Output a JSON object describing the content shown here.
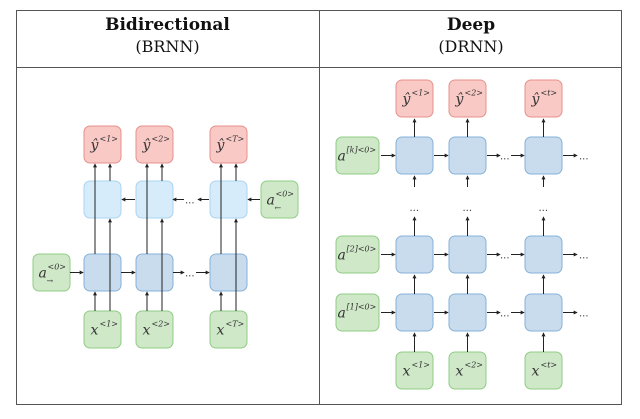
{
  "left_panel": {
    "title": "Bidirectional",
    "subtitle": "(BRNN)",
    "outputs": [
      {
        "base": "ŷ",
        "sup": "<1>"
      },
      {
        "base": "ŷ",
        "sup": "<2>"
      },
      {
        "base": "ŷ",
        "sup": "<T>"
      }
    ],
    "inputs": [
      {
        "base": "x",
        "sup": "<1>"
      },
      {
        "base": "x",
        "sup": "<2>"
      },
      {
        "base": "x",
        "sup": "<T>"
      }
    ],
    "forward_init": {
      "base": "a",
      "sup": "<0>",
      "sub": "→"
    },
    "backward_init": {
      "base": "a",
      "sup": "<0>",
      "sub": "←"
    },
    "ellipsis": "..."
  },
  "right_panel": {
    "title": "Deep",
    "subtitle": "(DRNN)",
    "outputs": [
      {
        "base": "ŷ",
        "sup": "<1>"
      },
      {
        "base": "ŷ",
        "sup": "<2>"
      },
      {
        "base": "ŷ",
        "sup": "<t>"
      }
    ],
    "inputs": [
      {
        "base": "x",
        "sup": "<1>"
      },
      {
        "base": "x",
        "sup": "<2>"
      },
      {
        "base": "x",
        "sup": "<t>"
      }
    ],
    "layer_inits": [
      {
        "base": "a",
        "sup": "[k]<0>"
      },
      {
        "base": "a",
        "sup": "[2]<0>"
      },
      {
        "base": "a",
        "sup": "[1]<0>"
      }
    ],
    "ellipsis": "..."
  },
  "colors": {
    "output_fill": "#f9c9c6",
    "output_stroke": "#e8908a",
    "input_fill": "#cfe8c8",
    "input_stroke": "#8fcc85",
    "hidden_fill": "#c8dcee",
    "hidden_stroke": "#86b1d8",
    "backward_fill": "#d6ecfa",
    "backward_stroke": "#a9d4f0",
    "arrow": "#222222"
  }
}
